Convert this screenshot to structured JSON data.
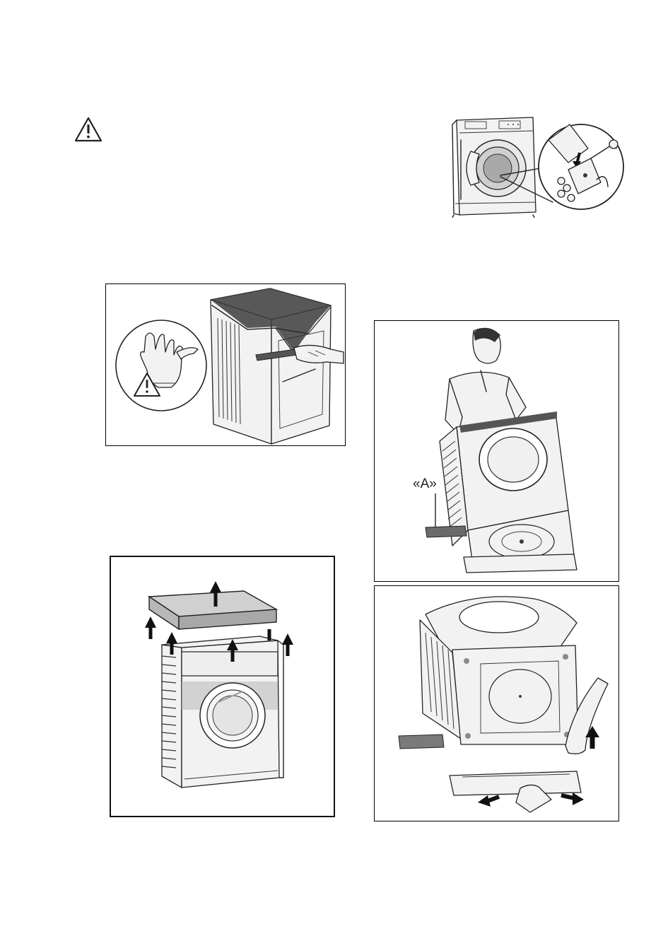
{
  "page": {
    "background": "#ffffff",
    "line_color": "#222222"
  },
  "warning": {
    "icon": "warning-triangle-icon"
  },
  "figures": {
    "transit_bolts": {
      "icon": "washing-machine-transit-bolts-illustration"
    },
    "cut_packaging": {
      "icon": "cut-packaging-with-gloves-illustration",
      "warning_icon": "warning-triangle-icon"
    },
    "tilt_machine": {
      "icon": "tilt-machine-illustration",
      "label_a": "«A»"
    },
    "remove_top": {
      "icon": "remove-packaging-top-illustration"
    },
    "remove_base": {
      "icon": "remove-base-illustration"
    }
  }
}
